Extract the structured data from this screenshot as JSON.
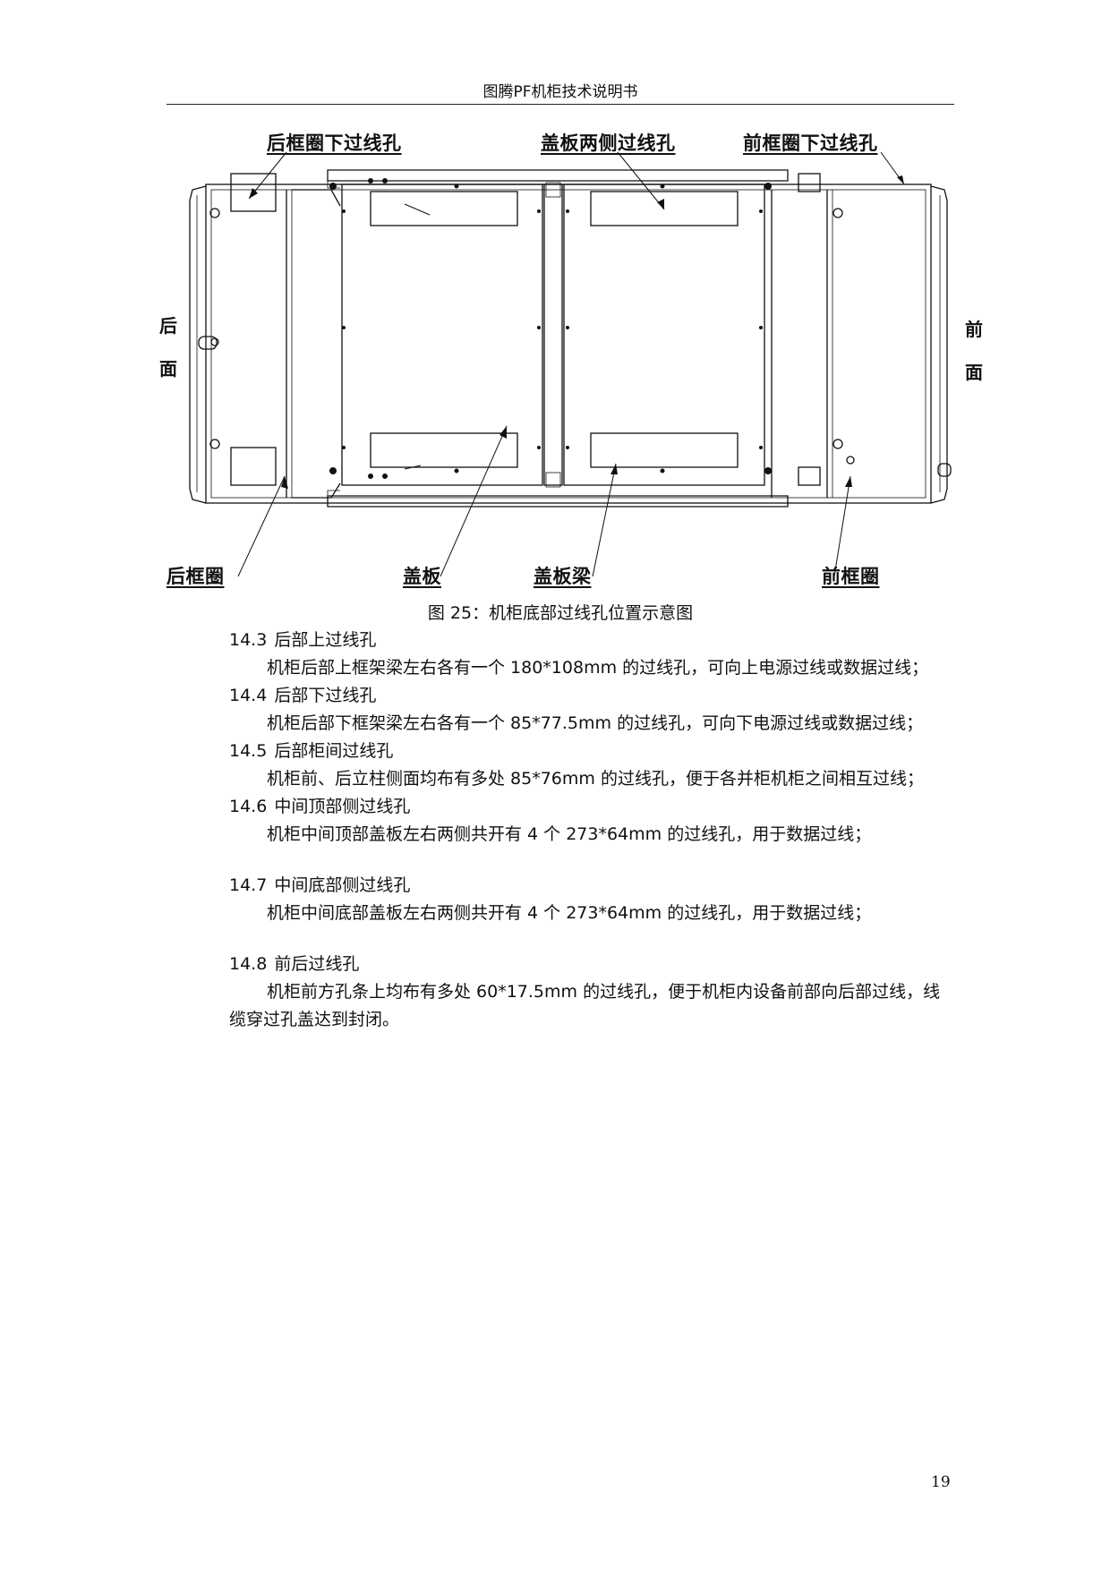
{
  "header": {
    "title": "图腾PF机柜技术说明书"
  },
  "figure": {
    "labels": {
      "rear_lower_hole": "后框圈下过线孔",
      "cover_side_hole": "盖板两侧过线孔",
      "front_lower_hole": "前框圈下过线孔",
      "rear_frame": "后框圈",
      "cover": "盖板",
      "cover_beam": "盖板梁",
      "front_frame": "前框圈"
    },
    "side_labels": {
      "rear": [
        "后",
        "面"
      ],
      "front": [
        "前",
        "面"
      ]
    },
    "caption": "图 25：机柜底部过线孔位置示意图"
  },
  "sections": [
    {
      "number": "14.3",
      "title": "后部上过线孔",
      "body": "机柜后部上框架梁左右各有一个 180*108mm 的过线孔，可向上电源过线或数据过线；"
    },
    {
      "number": "14.4",
      "title": "后部下过线孔",
      "body": "机柜后部下框架梁左右各有一个 85*77.5mm 的过线孔，可向下电源过线或数据过线；"
    },
    {
      "number": "14.5",
      "title": "后部柜间过线孔",
      "body": "机柜前、后立柱侧面均布有多处 85*76mm 的过线孔，便于各并柜机柜之间相互过线；"
    },
    {
      "number": "14.6",
      "title": "中间顶部侧过线孔",
      "body": "机柜中间顶部盖板左右两侧共开有 4 个 273*64mm 的过线孔，用于数据过线；"
    },
    {
      "number": "14.7",
      "title": "中间底部侧过线孔",
      "body": "机柜中间底部盖板左右两侧共开有 4 个 273*64mm 的过线孔，用于数据过线；"
    },
    {
      "number": "14.8",
      "title": "前后过线孔",
      "body": "机柜前方孔条上均布有多处 60*17.5mm 的过线孔，便于机柜内设备前部向后部过线，线缆穿过孔盖达到封闭。"
    }
  ],
  "page_number": "19"
}
